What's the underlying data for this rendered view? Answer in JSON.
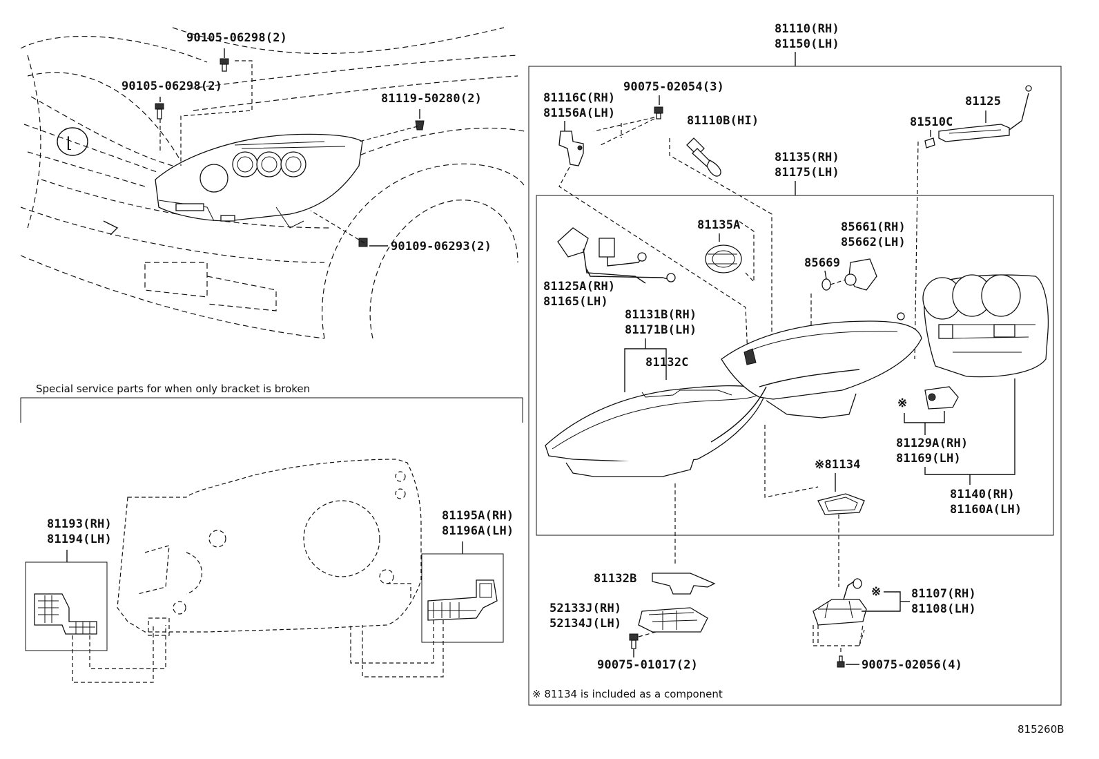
{
  "diagram_id": "815260B",
  "bracket_section_title": "Special service parts for when only bracket is broken",
  "component_note": "※ 81134 is included as a component",
  "labels": {
    "l_81110_rh": "81110(RH)",
    "l_81150_lh": "81150(LH)",
    "l_90105_a": "90105-06298(2)",
    "l_90105_b": "90105-06298(2)",
    "l_81119": "81119-50280(2)",
    "l_90109": "90109-06293(2)",
    "l_81116c": "81116C(RH)",
    "l_81156a": "81156A(LH)",
    "l_90075_02054": "90075-02054(3)",
    "l_81110b": "81110B(HI)",
    "l_81125": "81125",
    "l_81510c": "81510C",
    "l_81135_rh": "81135(RH)",
    "l_81175_lh": "81175(LH)",
    "l_81135a": "81135A",
    "l_85661": "85661(RH)",
    "l_85662": "85662(LH)",
    "l_85669": "85669",
    "l_81125a": "81125A(RH)",
    "l_81165": "81165(LH)",
    "l_81131b": "81131B(RH)",
    "l_81171b": "81171B(LH)",
    "l_81132c": "81132C",
    "l_81129a": "81129A(RH)",
    "l_81169": "81169(LH)",
    "l_81134": "※81134",
    "l_81140": "81140(RH)",
    "l_81160a": "81160A(LH)",
    "l_81193": "81193(RH)",
    "l_81194": "81194(LH)",
    "l_81195a": "81195A(RH)",
    "l_81196a": "81196A(LH)",
    "l_81132b": "81132B",
    "l_52133j": "52133J(RH)",
    "l_52134j": "52134J(LH)",
    "l_90075_01017": "90075-01017(2)",
    "l_81107": "81107(RH)",
    "l_81108": "81108(LH)",
    "l_90075_02056": "90075-02056(4)",
    "mark_81129": "※",
    "mark_81107": "※"
  }
}
